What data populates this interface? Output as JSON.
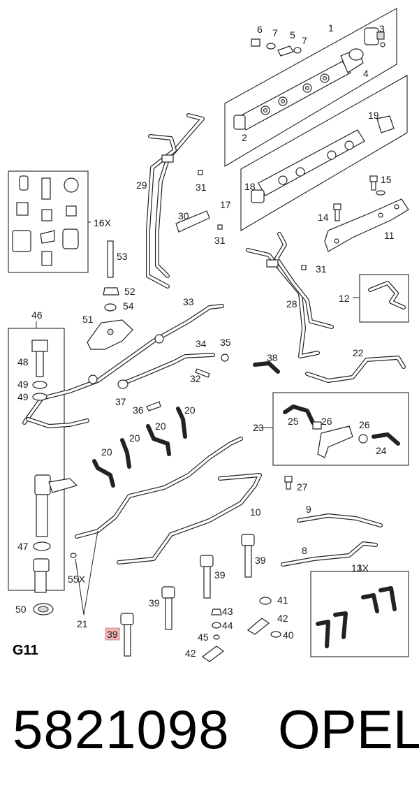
{
  "labels": {
    "l1": "1",
    "l2": "2",
    "l3": "3",
    "l4": "4",
    "l5": "5",
    "l6": "6",
    "l7a": "7",
    "l7b": "7",
    "l8": "8",
    "l9": "9",
    "l10": "10",
    "l11": "11",
    "l12": "12",
    "l13x": "13X",
    "l14": "14",
    "l15": "15",
    "l16x": "16X",
    "l17": "17",
    "l18": "18",
    "l19": "19",
    "l20a": "20",
    "l20b": "20",
    "l20c": "20",
    "l20d": "20",
    "l21": "21",
    "l22": "22",
    "l23": "23",
    "l24": "24",
    "l25": "25",
    "l26a": "26",
    "l26b": "26",
    "l27": "27",
    "l28": "28",
    "l29": "29",
    "l30": "30",
    "l31a": "31",
    "l31b": "31",
    "l31c": "31",
    "l32": "32",
    "l33": "33",
    "l34": "34",
    "l35": "35",
    "l36": "36",
    "l37": "37",
    "l38": "38",
    "l39a": "39",
    "l39b": "39",
    "l39c": "39",
    "l39hl": "39",
    "l40": "40",
    "l41": "41",
    "l42a": "42",
    "l42b": "42",
    "l43": "43",
    "l44": "44",
    "l45": "45",
    "l46": "46",
    "l47": "47",
    "l48": "48",
    "l49a": "49",
    "l49b": "49",
    "l50": "50",
    "l51": "51",
    "l52": "52",
    "l53": "53",
    "l54": "54",
    "l55x": "55X"
  },
  "section_code": "G11",
  "part_number": "5821098",
  "brand": "OPEL",
  "highlight_color": "#f2b5b5"
}
